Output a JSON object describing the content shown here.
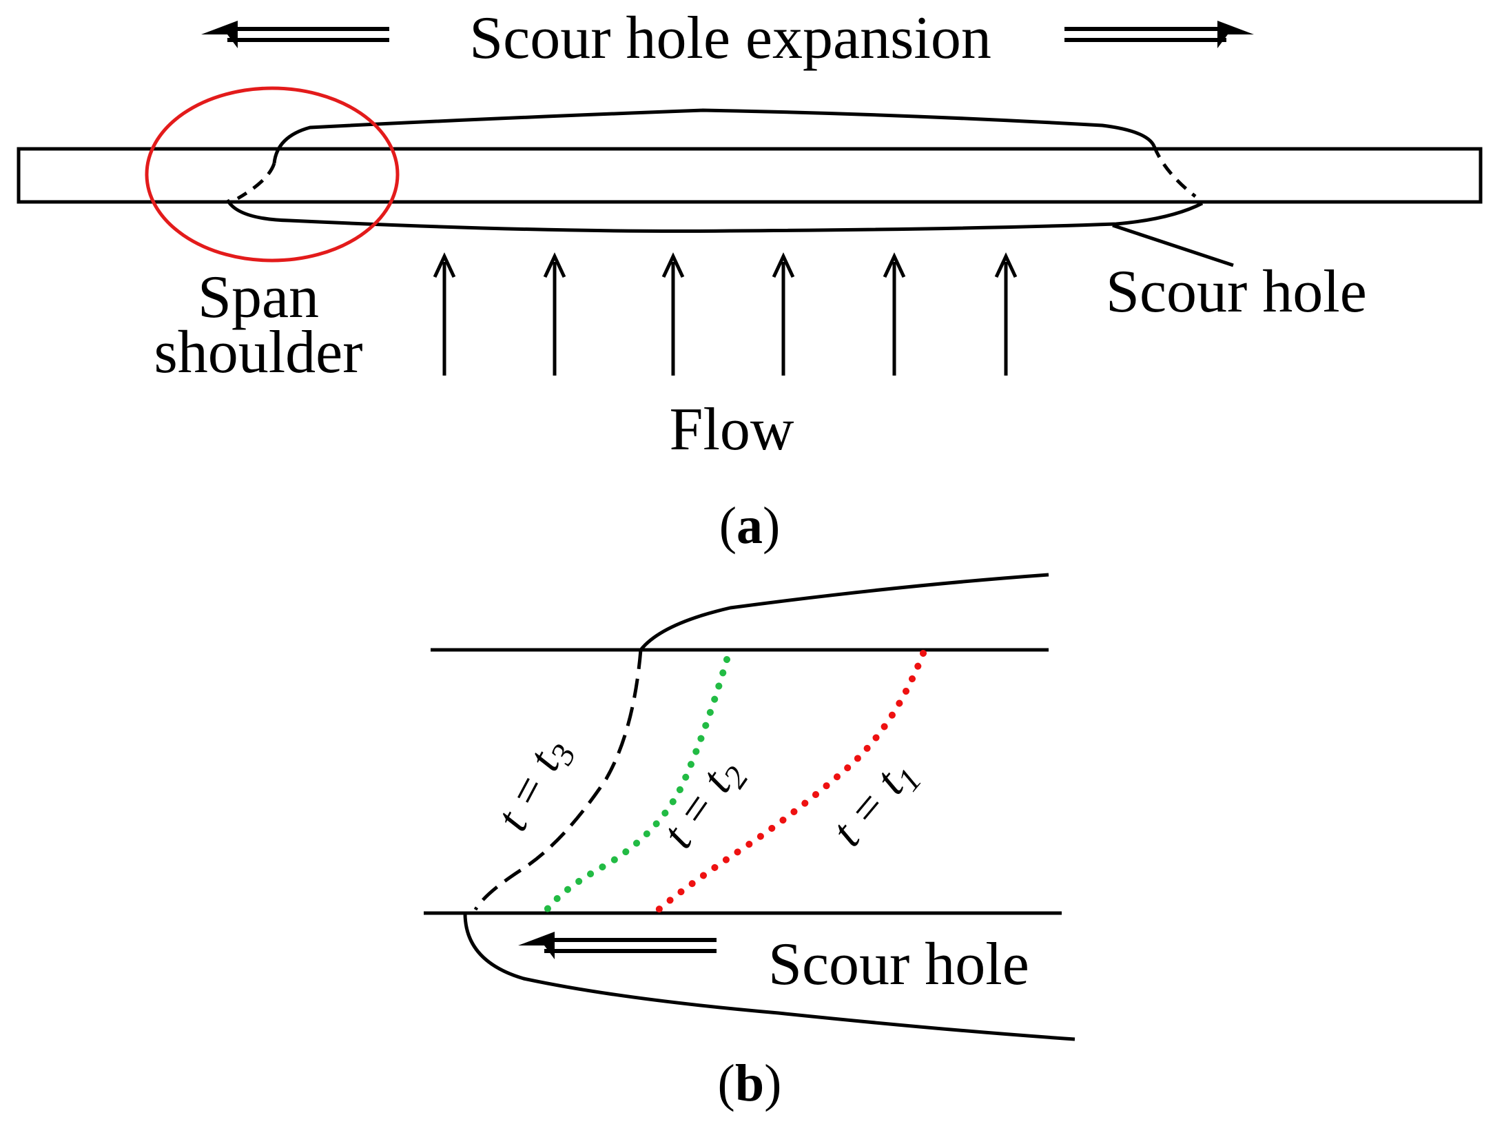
{
  "panel_a": {
    "label_paren_open": "(",
    "label": "a",
    "label_paren_close": ")",
    "title": "Scour hole expansion",
    "span_shoulder_line1": "Span",
    "span_shoulder_line2": "shoulder",
    "scour_hole": "Scour hole",
    "flow": "Flow",
    "flow_arrow_count": 6
  },
  "panel_b": {
    "label_paren_open": "(",
    "label": "b",
    "label_paren_close": ")",
    "scour_hole": "Scour hole",
    "profiles": [
      {
        "time_label": "t = t",
        "subscript": "3",
        "style": "dashed",
        "color": "#000000"
      },
      {
        "time_label": "t = t",
        "subscript": "2",
        "style": "dotted",
        "color": "#22bb44"
      },
      {
        "time_label": "t = t",
        "subscript": "1",
        "style": "dotted",
        "color": "#ee1111"
      }
    ]
  },
  "colors": {
    "ink": "#000000",
    "highlight_circle": "#e31b1b",
    "t2": "#22bb44",
    "t1": "#ee1111"
  }
}
